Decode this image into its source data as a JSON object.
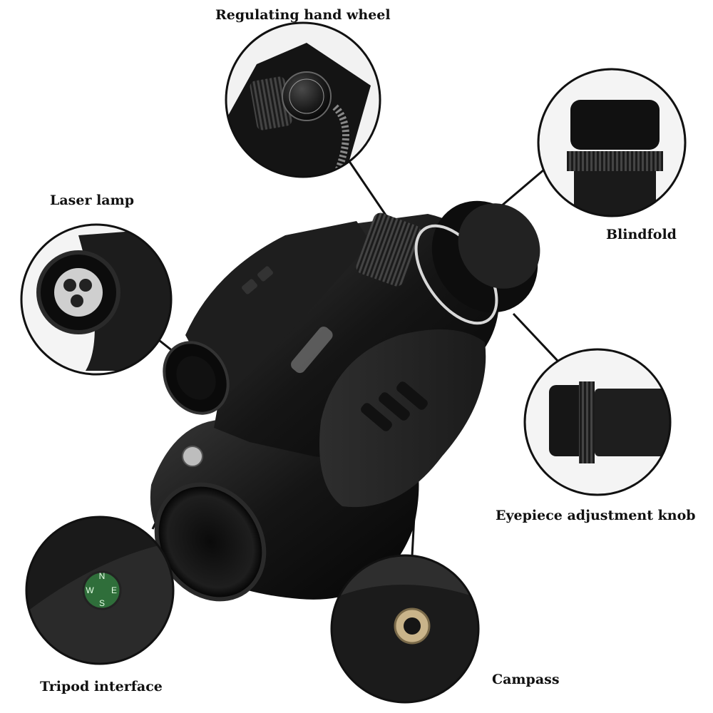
{
  "labels": {
    "regulating_hand_wheel": "Regulating hand wheel",
    "laser_lamp": "Laser lamp",
    "blindfold": "Blindfold",
    "eyepiece_adjustment_knob": "Eyepiece adjustment knob",
    "tripod_interface": "Tripod interface",
    "campass": "Campass"
  },
  "compass_letters": [
    "N",
    "E",
    "S",
    "W"
  ],
  "colors": {
    "body": "#1a1a1a",
    "rubber": "#2b2b2b",
    "leader_line": "#111111",
    "compass_dial": "#2f6e3a",
    "tripod_ring": "#c9b48a"
  }
}
